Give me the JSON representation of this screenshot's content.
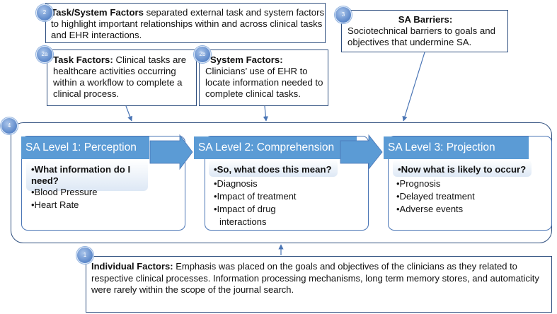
{
  "badges": {
    "b1": "1",
    "b2": "2",
    "b2a": "2a",
    "b2b": "2b",
    "b3": "3",
    "b4": "4"
  },
  "task_system": {
    "title": "Task/System Factors",
    "text": " separated external task and system factors to highlight important relationships within and across clinical tasks and EHR interactions."
  },
  "sa_barriers": {
    "title": "SA Barriers:",
    "text": "Sociotechnical barriers to goals and objectives that undermine SA."
  },
  "task_factors": {
    "title": "Task Factors:",
    "text": " Clinical tasks are healthcare activities occurring within a workflow to complete a clinical process."
  },
  "system_factors": {
    "title": "System Factors:",
    "text": "Clinicians’ use of EHR to locate information needed to complete clinical tasks."
  },
  "levels": [
    {
      "header": "SA Level 1: Perception",
      "question": "•What information do I need?",
      "bullets": [
        "•Blood Pressure",
        "•Heart Rate"
      ]
    },
    {
      "header": "SA Level 2: Comprehension",
      "question": "•So, what does this mean?",
      "bullets": [
        "•Diagnosis",
        "•Impact of treatment",
        "•Impact of drug",
        "interactions"
      ]
    },
    {
      "header": "SA Level 3: Projection",
      "question": "•Now what is likely to occur?",
      "bullets": [
        "•Prognosis",
        "•Delayed treatment",
        "•Adverse events"
      ]
    }
  ],
  "individual": {
    "title": "Individual Factors:",
    "text": " Emphasis was placed on the goals and objectives of the clinicians as they related to respective clinical processes. Information processing mechanisms, long term memory stores, and automaticity were rarely within the scope of the journal search."
  },
  "colors": {
    "border": "#2f4f7f",
    "header_fill": "#5b9bd5",
    "arrow_fill": "#5b9bd5",
    "connector": "#4a75b5"
  }
}
